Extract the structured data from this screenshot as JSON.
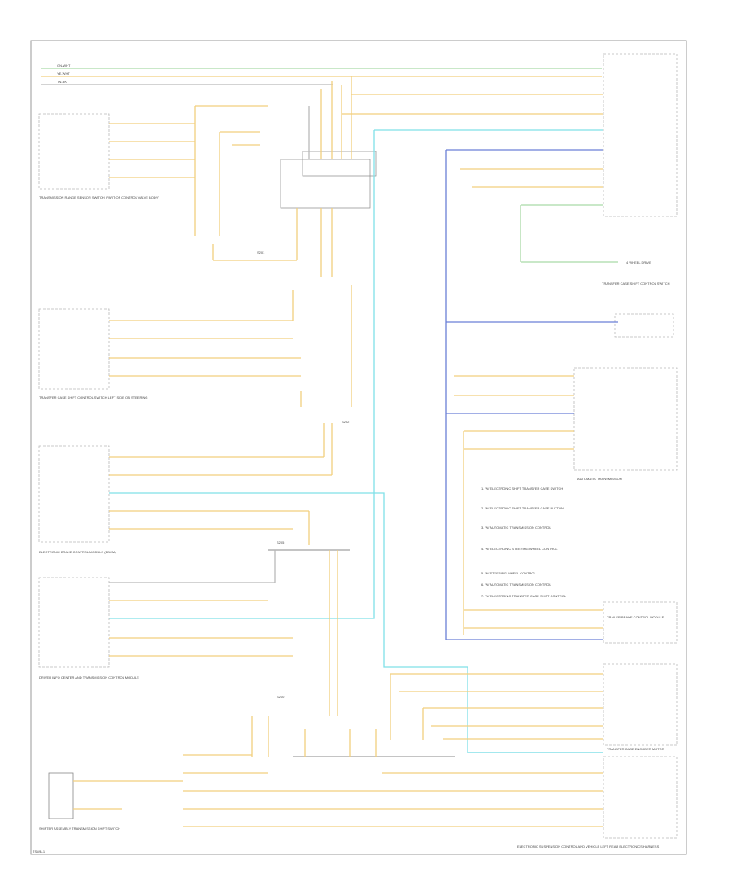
{
  "colors": {
    "yellow_wire": "#f2cf7e",
    "gray_wire": "#b9b9b9",
    "cyan_wire": "#7fe0e8",
    "blue_wire": "#6a7fd6",
    "green_wire": "#a9d9a6",
    "frame": "#9a9a9a",
    "text": "#333333"
  },
  "diagram": {
    "top_bus_labels": [
      "GN-WHT",
      "YE-WHT",
      "TN-BK"
    ],
    "bottom_left_code": "TSWB-1",
    "bottom_right_caption": "ELECTRONIC SUSPENSION CONTROL AND VEHICLE LEFT REAR ELECTRONICS HARNESS",
    "left_upper_block_caption": "TRANSMISSION RANGE SENSOR SWITCH (PART OF CONTROL VALVE BODY)",
    "left_middle_block_caption": "TRANSFER CASE SHIFT CONTROL SWITCH LEFT SIDE ON STEERING",
    "left_lower_block_caption": "ELECTRONIC BRAKE CONTROL MODULE (EBCM)",
    "left_bottom_block_caption": "DRIVER INFO CENTER AND TRANSMISSION CONTROL MODULE",
    "bottom_left_component": "SHIFTER ASSEMBLY TRANSMISSION SHIFT SWITCH",
    "right_green_note": "4 WHEEL DRIVE",
    "right_mid_caption": "TRANSFER CASE SHIFT CONTROL SWITCH",
    "right_mid_caption_2": "AUTOMATIC TRANSMISSION",
    "right_lower_caption": "TRAILER BRAKE CONTROL MODULE",
    "right_bottom_caption": "TRANSFER CASE ENCODER MOTOR",
    "notes": [
      "1. W/ ELECTRONIC SHIFT TRANSFER CASE SWITCH",
      "2. W/ ELECTRONIC SHIFT TRANSFER CASE BUTTON",
      "3. W/ AUTOMATIC TRANSMISSION CONTROL",
      "4. W/ ELECTRONIC STEERING WHEEL CONTROL",
      "5. W/ STEERING WHEEL CONTROL",
      "6. W/ AUTOMATIC TRANSMISSION CONTROL",
      "7. W/ ELECTRONIC TRANSFER CASE SHIFT CONTROL"
    ],
    "splice_labels": [
      "S201",
      "S202",
      "S205",
      "S210"
    ]
  }
}
